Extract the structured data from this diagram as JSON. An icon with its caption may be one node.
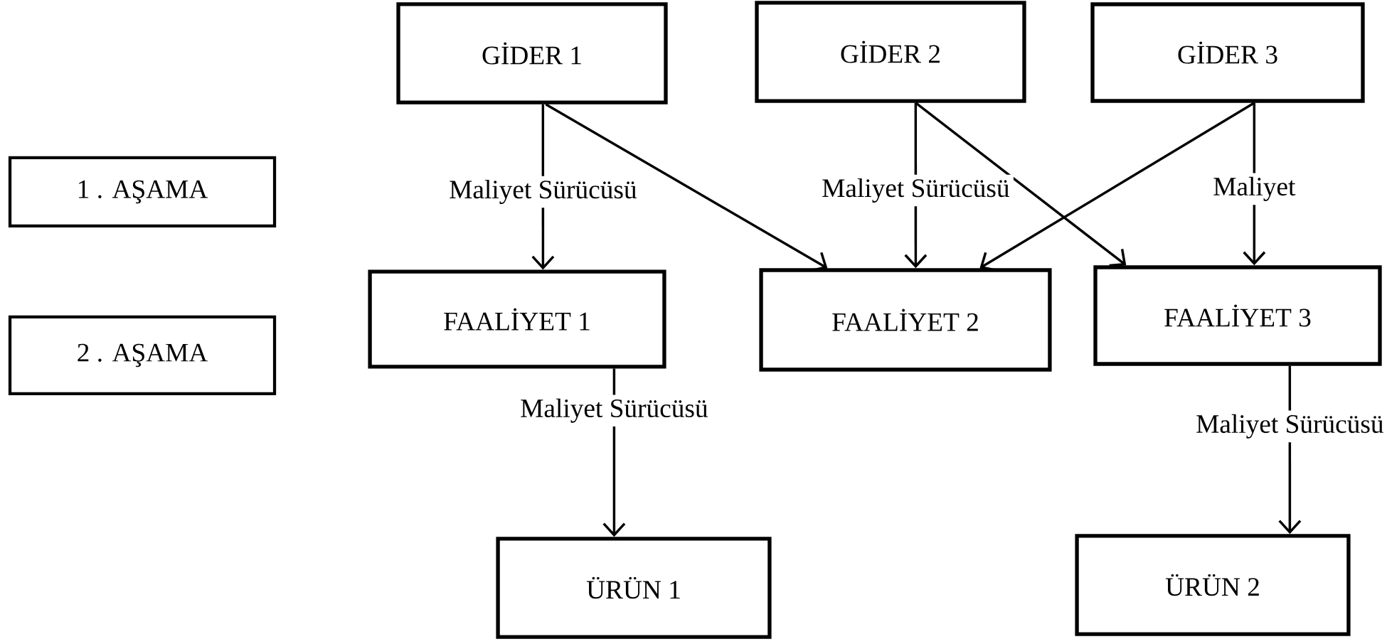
{
  "diagram": {
    "nodes": [
      {
        "text": [
          "GİDER 1"
        ]
      },
      {
        "text": [
          "GİDER 2"
        ]
      },
      {
        "text": [
          "GİDER 3"
        ]
      },
      {
        "text": [
          "1 . AŞAMA"
        ]
      },
      {
        "text": [
          "FAALİYET 1"
        ]
      },
      {
        "text": [
          "FAALİYET 2"
        ]
      },
      {
        "text": [
          "FAALİYET 3"
        ]
      },
      {
        "text": [
          "2 . AŞAMA"
        ]
      },
      {
        "text": [
          "ÜRÜN 1"
        ]
      },
      {
        "text": [
          "ÜRÜN 2"
        ]
      }
    ],
    "edges": [
      {
        "from": 0,
        "to": 4,
        "arrow": "to",
        "label": "Maliyet Sürücüsü"
      },
      {
        "from": 0,
        "to": 5,
        "arrow": "to"
      },
      {
        "from": 1,
        "to": 5,
        "arrow": "to",
        "label": "Maliyet Sürücüsü"
      },
      {
        "from": 1,
        "to": 6,
        "arrow": "to"
      },
      {
        "from": 2,
        "to": 5,
        "arrow": "to"
      },
      {
        "from": 2,
        "to": 6,
        "arrow": "to",
        "label": "Maliyet"
      },
      {
        "from": 4,
        "to": 8,
        "arrow": "to",
        "label": "Maliyet Sürücüsü"
      },
      {
        "from": 6,
        "to": 9,
        "arrow": "to",
        "label": "Maliyet Sürücüsü"
      }
    ]
  }
}
